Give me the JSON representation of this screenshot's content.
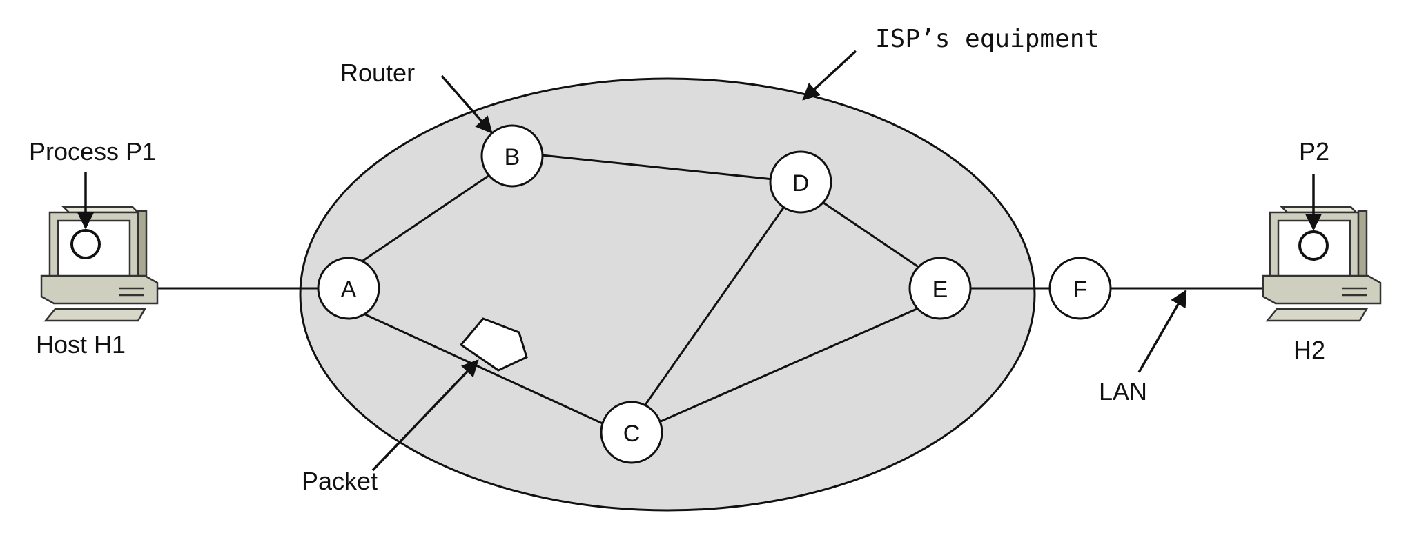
{
  "cloud": {
    "label": "ISP’s equipment"
  },
  "routers": {
    "a": "A",
    "b": "B",
    "c": "C",
    "d": "D",
    "e": "E",
    "f": "F"
  },
  "labels": {
    "router": "Router",
    "packet": "Packet",
    "lan": "LAN",
    "process_p1": "Process P1",
    "host_h1": "Host H1",
    "p2": "P2",
    "h2": "H2"
  },
  "colors": {
    "cloud_fill": "#dcdcdc",
    "computer_body": "#cfcfbf",
    "line": "#111111"
  }
}
